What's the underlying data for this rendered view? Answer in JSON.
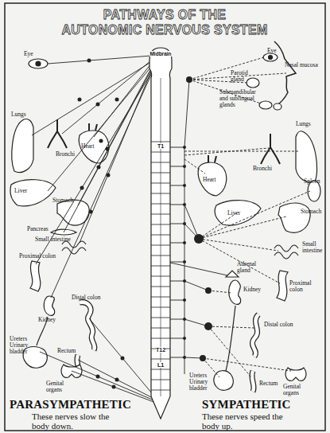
{
  "diagram": {
    "title": "PATHWAYS OF THE AUTONOMIC NERVOUS SYSTEM",
    "nodes": [
      {
        "text": [
          "Midbrain",
          "T1",
          "T12",
          "L1"
        ]
      }
    ],
    "labels": [
      "Eye",
      "Lungs",
      "Bronchi",
      "Heart",
      "Liver",
      "Stomach",
      "Pancreas",
      "Small intestine",
      "Proximal colon",
      "Kidney",
      "Distal colon",
      "Ureters",
      "Urinary bladder",
      "Rectum",
      "Genital organs",
      "Eye",
      "Nasal mucosa",
      "Parotid gland",
      "Submandibular and sublingual glands",
      "Lungs",
      "Bronchi",
      "Heart",
      "Spleen",
      "Liver",
      "Stomach",
      "Small intestine",
      "Adrenal gland",
      "Kidney",
      "Proximal colon",
      "Distal colon",
      "Rectum",
      "Ureters",
      "Urinary bladder",
      "Genital organs",
      "PARASYMPATHETIC",
      "These nerves slow the body down.",
      "SYMPATHETIC",
      "These nerves speed the body up."
    ]
  }
}
